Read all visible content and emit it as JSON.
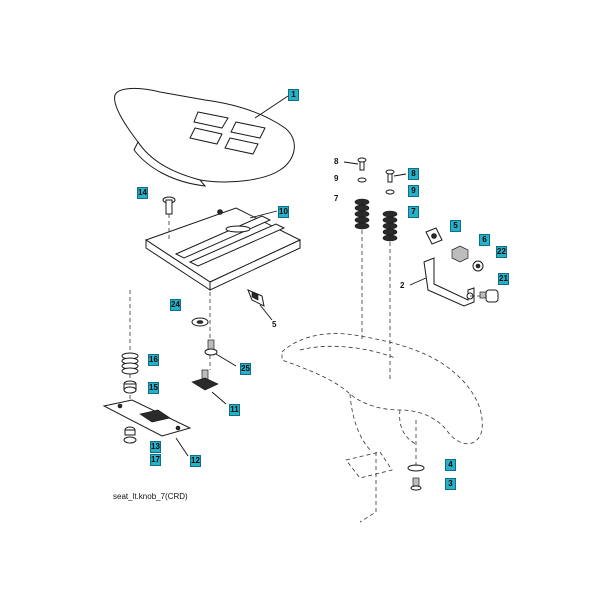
{
  "diagram": {
    "caption": "seat_lt.knob_7(CRD)",
    "callouts": [
      "1",
      "14",
      "10",
      "24",
      "5",
      "16",
      "25",
      "15",
      "11",
      "13",
      "12",
      "17",
      "8",
      "9",
      "7",
      "8",
      "9",
      "7",
      "5",
      "6",
      "22",
      "2",
      "21",
      "4",
      "3"
    ]
  }
}
